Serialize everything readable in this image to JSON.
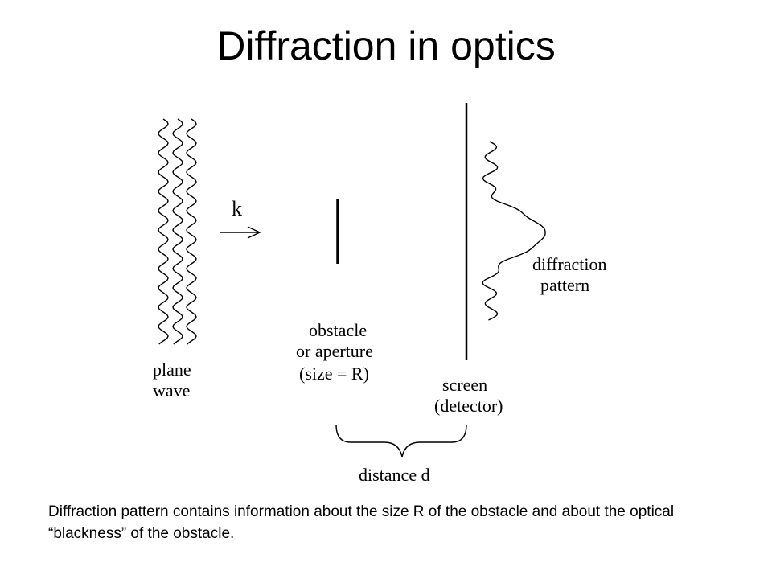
{
  "title": "Diffraction in optics",
  "labels": {
    "k": "k",
    "plane_wave": [
      "plane",
      "wave"
    ],
    "obstacle": [
      "obstacle",
      "or aperture",
      "(size = R)"
    ],
    "screen": [
      "screen",
      "(detector)"
    ],
    "diffraction_pattern": [
      "diffraction",
      "pattern"
    ],
    "distance": "distance d"
  },
  "caption": "Diffraction pattern contains information about the size R of the obstacle and about the optical “blackness” of the obstacle."
}
